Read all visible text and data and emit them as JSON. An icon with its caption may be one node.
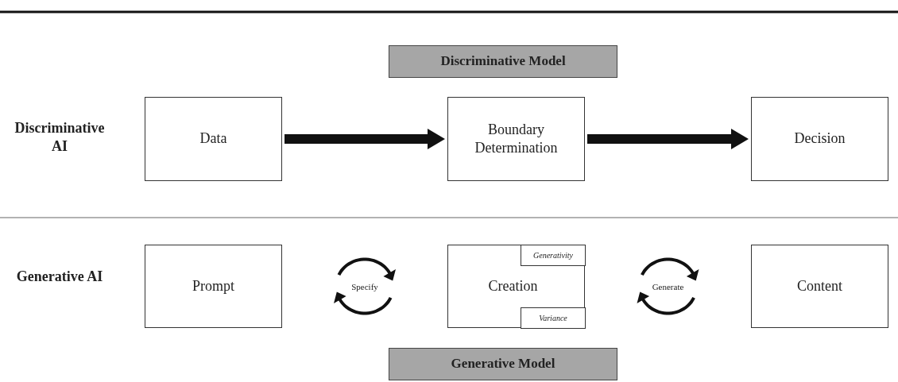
{
  "diagram": {
    "nodes": [
      {
        "text": [
          "Discriminative Model"
        ]
      },
      {
        "text": [
          "Data"
        ]
      },
      {
        "text": [
          "Boundary Determination"
        ]
      },
      {
        "text": [
          "Decision"
        ]
      },
      {
        "text": [
          "Prompt"
        ]
      },
      {
        "text": [
          "Creation"
        ]
      },
      {
        "text": [
          "Generativity"
        ],
        "in": 5
      },
      {
        "text": [
          "Variance"
        ],
        "in": 5
      },
      {
        "text": [
          "Content"
        ]
      },
      {
        "text": [
          "Generative Model"
        ]
      }
    ],
    "edges": [
      {
        "from": 1,
        "to": 2,
        "arrow": "to"
      },
      {
        "from": 2,
        "to": 3,
        "arrow": "to"
      },
      {
        "from": 4,
        "to": 5,
        "arrow": "both",
        "label": "Specify"
      },
      {
        "from": 5,
        "to": 8,
        "arrow": "both",
        "label": "Generate"
      }
    ],
    "labels": [
      "Discriminative AI",
      "Generative AI"
    ]
  }
}
